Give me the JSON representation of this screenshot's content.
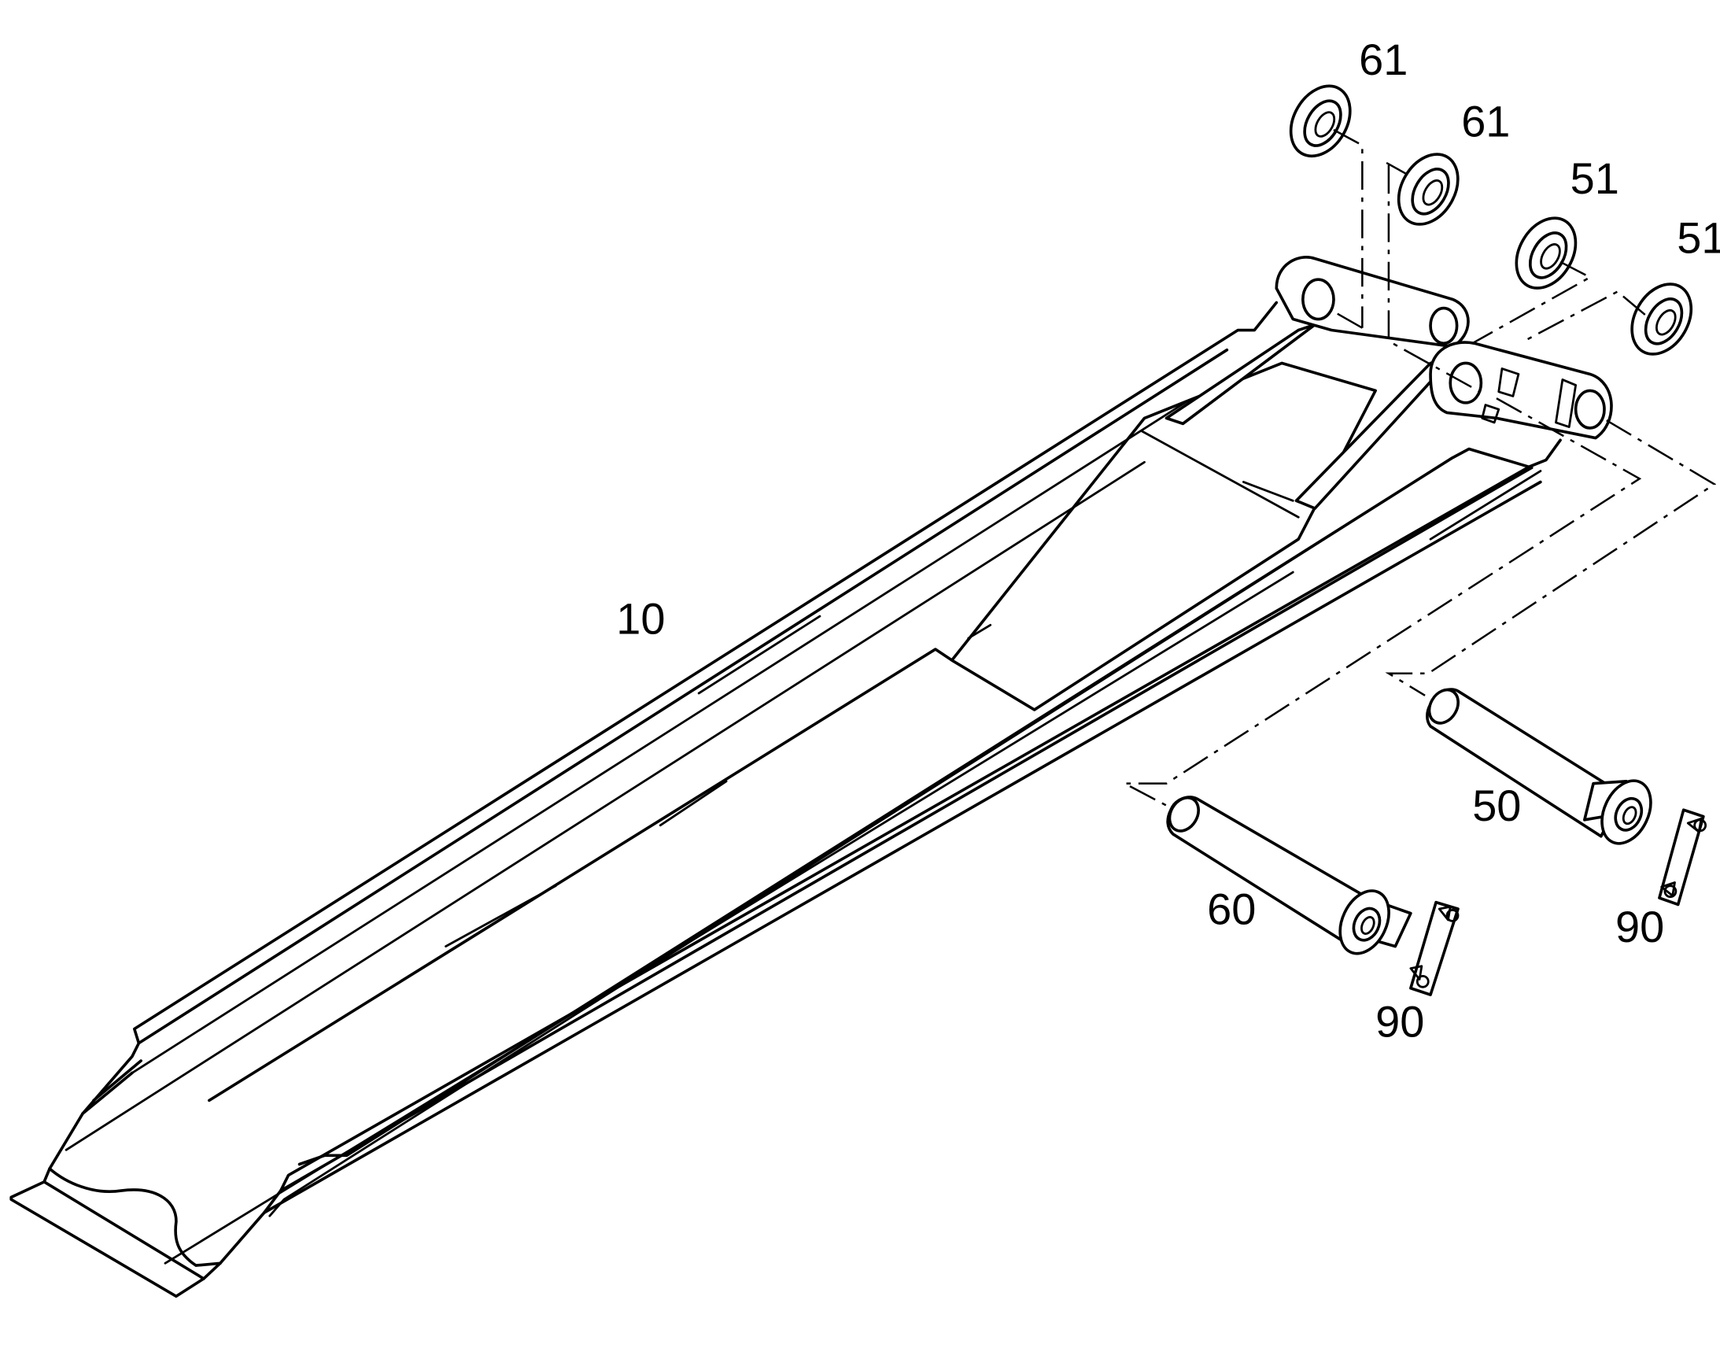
{
  "callouts": {
    "boom": "10",
    "washer_a": "61",
    "washer_b": "61",
    "washer_c": "51",
    "washer_d": "51",
    "pin_upper": "50",
    "pin_lower": "60",
    "lock_plate_right": "90",
    "lock_plate_lower": "90"
  }
}
